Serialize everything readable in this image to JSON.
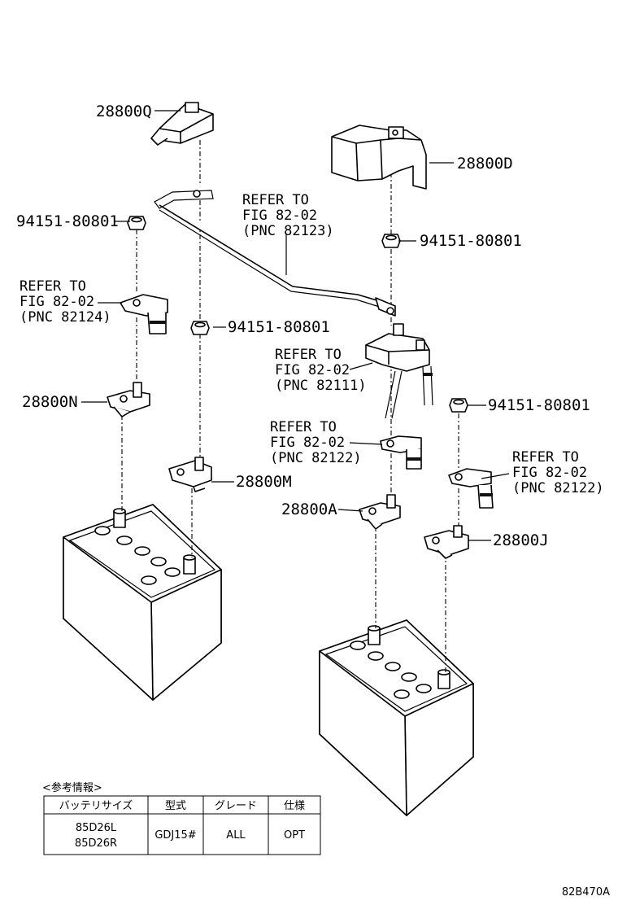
{
  "parts": {
    "p28800Q": "28800Q",
    "p28800D": "28800D",
    "p28800N": "28800N",
    "p28800M": "28800M",
    "p28800A": "28800A",
    "p28800J": "28800J",
    "nut_left": "94151-80801",
    "nut_center": "94151-80801",
    "nut_right_top": "94151-80801",
    "nut_right_mid": "94151-80801"
  },
  "refs": {
    "ref_82123": [
      "REFER TO",
      "FIG 82-02",
      "(PNC 82123)"
    ],
    "ref_82124": [
      "REFER TO",
      "FIG 82-02",
      "(PNC 82124)"
    ],
    "ref_82111": [
      "REFER TO",
      "FIG 82-02",
      "(PNC 82111)"
    ],
    "ref_82122_mid": [
      "REFER TO",
      "FIG 82-02",
      "(PNC 82122)"
    ],
    "ref_82122_right": [
      "REFER TO",
      "FIG 82-02",
      "(PNC 82122)"
    ]
  },
  "info": {
    "caption": "<参考情報>",
    "headers": [
      "バッテリサイズ",
      "型式",
      "グレード",
      "仕様"
    ],
    "row": {
      "battery_size": [
        "85D26L",
        "85D26R"
      ],
      "model": "GDJ15#",
      "grade": "ALL",
      "spec": "OPT"
    }
  },
  "figure_id": "82B470A"
}
